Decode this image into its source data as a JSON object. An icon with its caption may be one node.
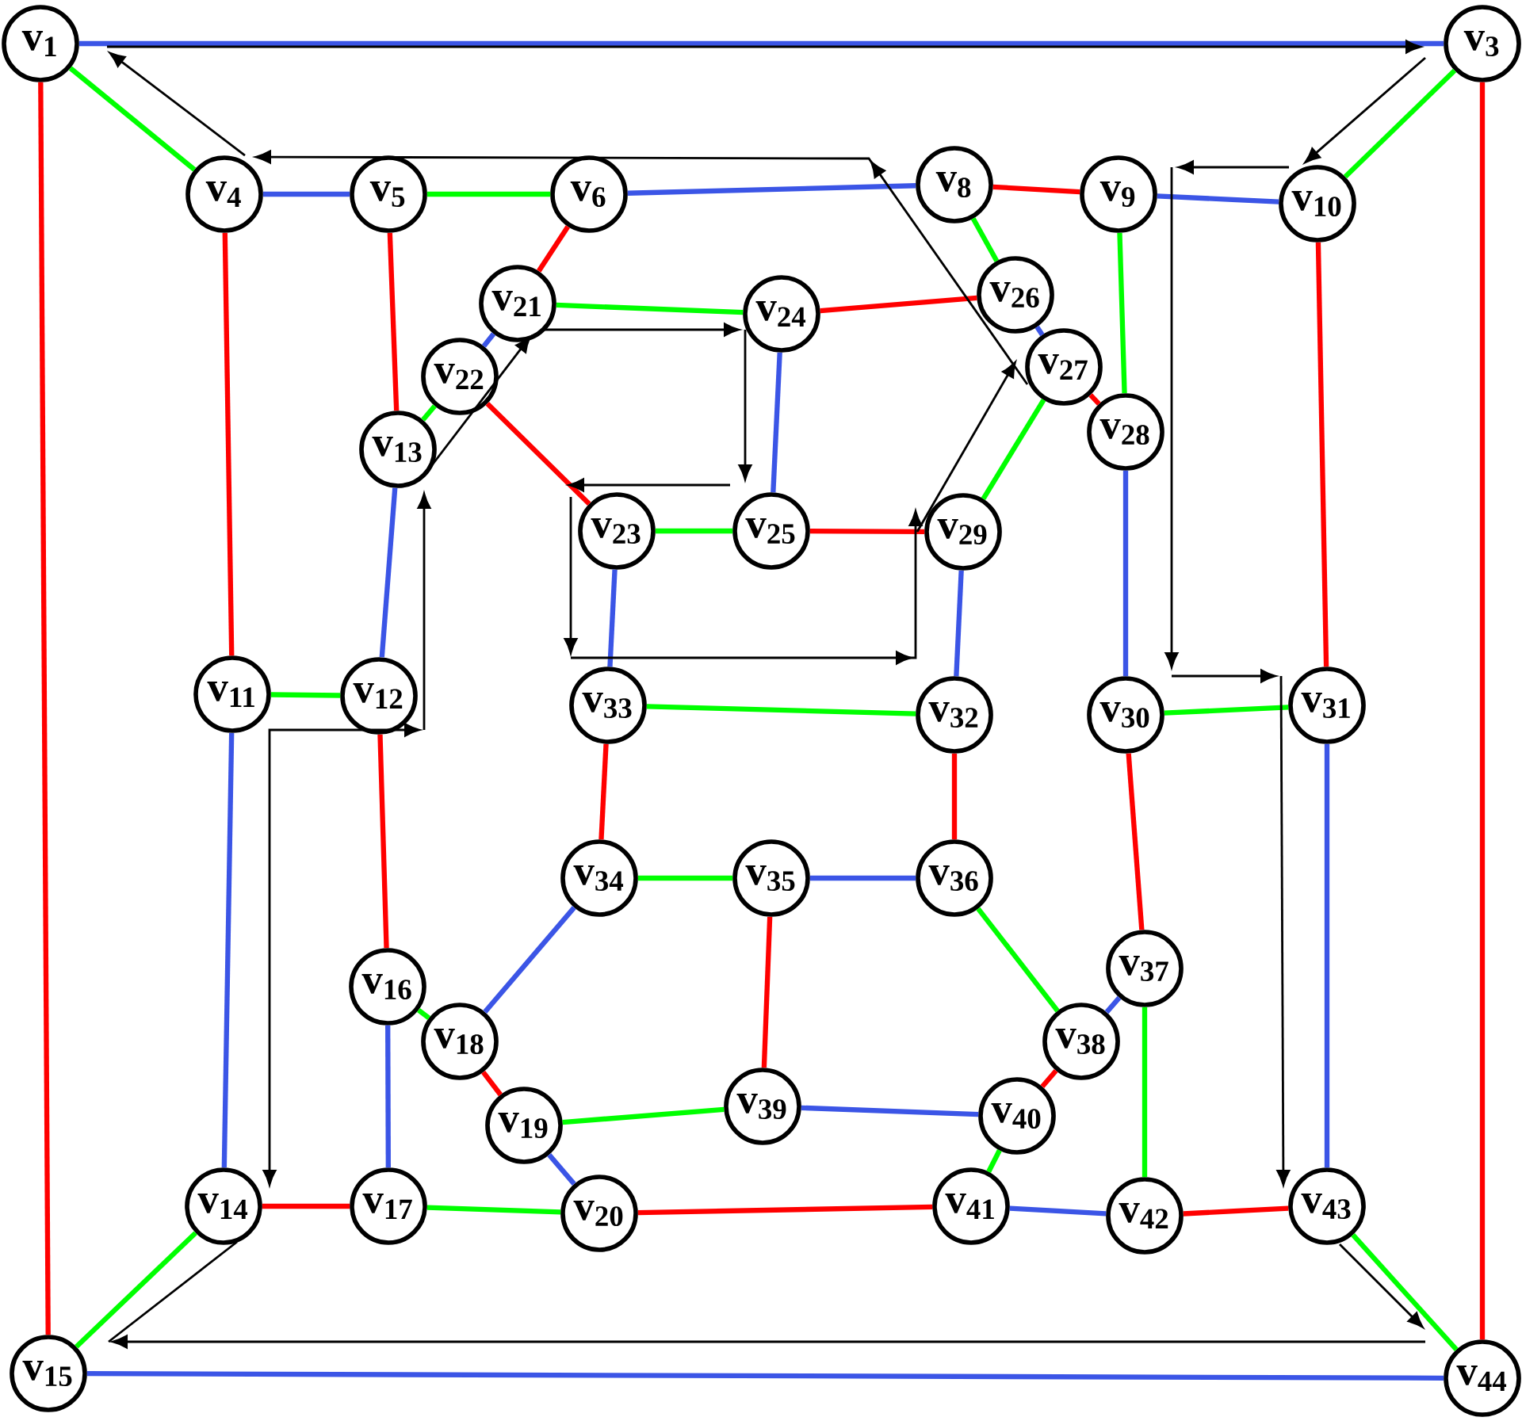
{
  "diagram": {
    "nodes": [
      {
        "text": [
          "v$_{1}$"
        ]
      },
      {
        "text": [
          "v$_{3}$"
        ]
      },
      {
        "text": [
          "v$_{4}$"
        ]
      },
      {
        "text": [
          "v$_{5}$"
        ]
      },
      {
        "text": [
          "v$_{6}$"
        ]
      },
      {
        "text": [
          "v$_{8}$"
        ]
      },
      {
        "text": [
          "v$_{9}$"
        ]
      },
      {
        "text": [
          "v$_{10}$"
        ]
      },
      {
        "text": [
          "v$_{11}$"
        ]
      },
      {
        "text": [
          "v$_{12}$"
        ]
      },
      {
        "text": [
          "v$_{13}$"
        ]
      },
      {
        "text": [
          "v$_{14}$"
        ]
      },
      {
        "text": [
          "v$_{15}$"
        ]
      },
      {
        "text": [
          "v$_{16}$"
        ]
      },
      {
        "text": [
          "v$_{17}$"
        ]
      },
      {
        "text": [
          "v$_{18}$"
        ]
      },
      {
        "text": [
          "v$_{19}$"
        ]
      },
      {
        "text": [
          "v$_{20}$"
        ]
      },
      {
        "text": [
          "v$_{21}$"
        ]
      },
      {
        "text": [
          "v$_{22}$"
        ]
      },
      {
        "text": [
          "v$_{23}$"
        ]
      },
      {
        "text": [
          "v$_{24}$"
        ]
      },
      {
        "text": [
          "v$_{25}$"
        ]
      },
      {
        "text": [
          "v$_{26}$"
        ]
      },
      {
        "text": [
          "v$_{27}$"
        ]
      },
      {
        "text": [
          "v$_{28}$"
        ]
      },
      {
        "text": [
          "v$_{29}$"
        ]
      },
      {
        "text": [
          "v$_{30}$"
        ]
      },
      {
        "text": [
          "v$_{31}$"
        ]
      },
      {
        "text": [
          "v$_{32}$"
        ]
      },
      {
        "text": [
          "v$_{33}$"
        ]
      },
      {
        "text": [
          "v$_{34}$"
        ]
      },
      {
        "text": [
          "v$_{35}$"
        ]
      },
      {
        "text": [
          "v$_{36}$"
        ]
      },
      {
        "text": [
          "v$_{37}$"
        ]
      },
      {
        "text": [
          "v$_{38}$"
        ]
      },
      {
        "text": [
          "v$_{39}$"
        ]
      },
      {
        "text": [
          "v$_{40}$"
        ]
      },
      {
        "text": [
          "v$_{41}$"
        ]
      },
      {
        "text": [
          "v$_{42}$"
        ]
      },
      {
        "text": [
          "v$_{43}$"
        ]
      },
      {
        "text": [
          "v$_{44}$"
        ]
      }
    ],
    "edges": [
      {
        "from": 0,
        "to": 1,
        "arrow": "none",
        "color": "#3b55e6"
      },
      {
        "from": 0,
        "to": 2,
        "arrow": "none",
        "color": "#00ff00"
      },
      {
        "from": 0,
        "to": 12,
        "arrow": "none",
        "color": "#ff0000"
      },
      {
        "from": 1,
        "to": 7,
        "arrow": "none",
        "color": "#00ff00"
      },
      {
        "from": 1,
        "to": 41,
        "arrow": "none",
        "color": "#ff0000"
      },
      {
        "from": 12,
        "to": 41,
        "arrow": "none",
        "color": "#3b55e6"
      },
      {
        "from": 11,
        "to": 12,
        "arrow": "none",
        "color": "#00ff00"
      },
      {
        "from": 40,
        "to": 41,
        "arrow": "none",
        "color": "#00ff00"
      },
      {
        "from": 2,
        "to": 3,
        "arrow": "none",
        "color": "#3b55e6"
      },
      {
        "from": 3,
        "to": 4,
        "arrow": "none",
        "color": "#00ff00"
      },
      {
        "from": 4,
        "to": 5,
        "arrow": "none",
        "color": "#3b55e6"
      },
      {
        "from": 5,
        "to": 6,
        "arrow": "none",
        "color": "#ff0000"
      },
      {
        "from": 6,
        "to": 7,
        "arrow": "none",
        "color": "#3b55e6"
      },
      {
        "from": 2,
        "to": 8,
        "arrow": "none",
        "color": "#ff0000"
      },
      {
        "from": 3,
        "to": 10,
        "arrow": "none",
        "color": "#ff0000"
      },
      {
        "from": 4,
        "to": 18,
        "arrow": "none",
        "color": "#ff0000"
      },
      {
        "from": 5,
        "to": 23,
        "arrow": "none",
        "color": "#00ff00"
      },
      {
        "from": 6,
        "to": 25,
        "arrow": "none",
        "color": "#00ff00"
      },
      {
        "from": 7,
        "to": 28,
        "arrow": "none",
        "color": "#ff0000"
      },
      {
        "from": 8,
        "to": 9,
        "arrow": "none",
        "color": "#00ff00"
      },
      {
        "from": 8,
        "to": 11,
        "arrow": "none",
        "color": "#3b55e6"
      },
      {
        "from": 9,
        "to": 10,
        "arrow": "none",
        "color": "#3b55e6"
      },
      {
        "from": 9,
        "to": 13,
        "arrow": "none",
        "color": "#ff0000"
      },
      {
        "from": 10,
        "to": 19,
        "arrow": "none",
        "color": "#00ff00"
      },
      {
        "from": 18,
        "to": 19,
        "arrow": "none",
        "color": "#3b55e6"
      },
      {
        "from": 18,
        "to": 21,
        "arrow": "none",
        "color": "#00ff00"
      },
      {
        "from": 19,
        "to": 20,
        "arrow": "none",
        "color": "#ff0000"
      },
      {
        "from": 21,
        "to": 23,
        "arrow": "none",
        "color": "#ff0000"
      },
      {
        "from": 21,
        "to": 22,
        "arrow": "none",
        "color": "#3b55e6"
      },
      {
        "from": 23,
        "to": 24,
        "arrow": "none",
        "color": "#3b55e6"
      },
      {
        "from": 24,
        "to": 25,
        "arrow": "none",
        "color": "#ff0000"
      },
      {
        "from": 24,
        "to": 26,
        "arrow": "none",
        "color": "#00ff00"
      },
      {
        "from": 20,
        "to": 22,
        "arrow": "none",
        "color": "#00ff00"
      },
      {
        "from": 22,
        "to": 26,
        "arrow": "none",
        "color": "#ff0000"
      },
      {
        "from": 20,
        "to": 30,
        "arrow": "none",
        "color": "#3b55e6"
      },
      {
        "from": 26,
        "to": 29,
        "arrow": "none",
        "color": "#3b55e6"
      },
      {
        "from": 25,
        "to": 27,
        "arrow": "none",
        "color": "#3b55e6"
      },
      {
        "from": 27,
        "to": 28,
        "arrow": "none",
        "color": "#00ff00"
      },
      {
        "from": 27,
        "to": 34,
        "arrow": "none",
        "color": "#ff0000"
      },
      {
        "from": 28,
        "to": 40,
        "arrow": "none",
        "color": "#3b55e6"
      },
      {
        "from": 29,
        "to": 30,
        "arrow": "none",
        "color": "#00ff00"
      },
      {
        "from": 30,
        "to": 31,
        "arrow": "none",
        "color": "#ff0000"
      },
      {
        "from": 29,
        "to": 33,
        "arrow": "none",
        "color": "#ff0000"
      },
      {
        "from": 31,
        "to": 32,
        "arrow": "none",
        "color": "#00ff00"
      },
      {
        "from": 32,
        "to": 33,
        "arrow": "none",
        "color": "#3b55e6"
      },
      {
        "from": 32,
        "to": 36,
        "arrow": "none",
        "color": "#ff0000"
      },
      {
        "from": 15,
        "to": 31,
        "arrow": "none",
        "color": "#3b55e6"
      },
      {
        "from": 33,
        "to": 35,
        "arrow": "none",
        "color": "#00ff00"
      },
      {
        "from": 34,
        "to": 35,
        "arrow": "none",
        "color": "#3b55e6"
      },
      {
        "from": 34,
        "to": 39,
        "arrow": "none",
        "color": "#00ff00"
      },
      {
        "from": 35,
        "to": 37,
        "arrow": "none",
        "color": "#ff0000"
      },
      {
        "from": 13,
        "to": 15,
        "arrow": "none",
        "color": "#00ff00"
      },
      {
        "from": 13,
        "to": 14,
        "arrow": "none",
        "color": "#3b55e6"
      },
      {
        "from": 15,
        "to": 16,
        "arrow": "none",
        "color": "#ff0000"
      },
      {
        "from": 16,
        "to": 36,
        "arrow": "none",
        "color": "#00ff00"
      },
      {
        "from": 36,
        "to": 37,
        "arrow": "none",
        "color": "#3b55e6"
      },
      {
        "from": 16,
        "to": 17,
        "arrow": "none",
        "color": "#3b55e6"
      },
      {
        "from": 37,
        "to": 38,
        "arrow": "none",
        "color": "#00ff00"
      },
      {
        "from": 11,
        "to": 14,
        "arrow": "none",
        "color": "#ff0000"
      },
      {
        "from": 14,
        "to": 17,
        "arrow": "none",
        "color": "#00ff00"
      },
      {
        "from": 17,
        "to": 38,
        "arrow": "none",
        "color": "#ff0000"
      },
      {
        "from": 38,
        "to": 39,
        "arrow": "none",
        "color": "#3b55e6"
      },
      {
        "from": 39,
        "to": 40,
        "arrow": "none",
        "color": "#ff0000"
      },
      {
        "from": 0,
        "to": 1,
        "arrow": "to",
        "color": "#000000"
      },
      {
        "from": 1,
        "to": 7,
        "arrow": "to",
        "color": "#000000"
      },
      {
        "from": 7,
        "to": 6,
        "arrow": "to",
        "color": "#000000"
      },
      {
        "from": 6,
        "to": 27,
        "arrow": "to",
        "color": "#000000"
      },
      {
        "from": 27,
        "to": 28,
        "arrow": "to",
        "color": "#000000"
      },
      {
        "from": 28,
        "to": 40,
        "arrow": "to",
        "color": "#000000"
      },
      {
        "from": 40,
        "to": 41,
        "arrow": "to",
        "color": "#000000"
      },
      {
        "from": 41,
        "to": 12,
        "arrow": "to",
        "color": "#000000"
      },
      {
        "from": 11,
        "to": 12,
        "arrow": "none",
        "color": "#000000"
      },
      {
        "from": 11,
        "to": 9,
        "arrow": "both",
        "color": "#000000"
      },
      {
        "from": 9,
        "to": 10,
        "arrow": "to",
        "color": "#000000"
      },
      {
        "from": 10,
        "to": 18,
        "arrow": "to",
        "color": "#000000"
      },
      {
        "from": 18,
        "to": 21,
        "arrow": "to",
        "color": "#000000"
      },
      {
        "from": 21,
        "to": 22,
        "arrow": "to",
        "color": "#000000"
      },
      {
        "from": 22,
        "to": 20,
        "arrow": "to",
        "color": "#000000"
      },
      {
        "from": 20,
        "to": 30,
        "arrow": "to",
        "color": "#000000"
      },
      {
        "from": 30,
        "to": 26,
        "arrow": "to",
        "color": "#000000"
      },
      {
        "from": 26,
        "to": 24,
        "arrow": "to",
        "color": "#000000"
      },
      {
        "from": 24,
        "to": 2,
        "arrow": "to",
        "color": "#000000"
      },
      {
        "from": 2,
        "to": 0,
        "arrow": "to",
        "color": "#000000"
      }
    ]
  }
}
